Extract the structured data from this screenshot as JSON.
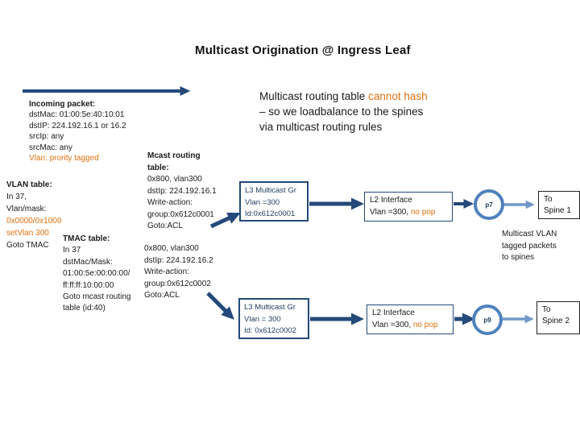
{
  "title": "Multicast Origination @ Ingress Leaf",
  "colors": {
    "navy_arrow": "#24497a",
    "light_arrow": "#7298c9",
    "port_ring": "#4f81bd",
    "orange": "#e2710f",
    "box_text": "#1f3a5f"
  },
  "incoming_packet": {
    "heading": "Incoming packet:",
    "lines": [
      "dstMac: 01:00:5e:40:10:01",
      "dstIP: 224.192.16.1 or 16.2",
      "srcIp: any",
      "srcMac: any"
    ],
    "vlan_line": "Vlan: prority tagged"
  },
  "note": {
    "line1_normal": "Multicast routing table ",
    "line1_orange": "cannot hash",
    "line2": "– so we loadbalance to the spines",
    "line3": "via multicast routing rules"
  },
  "mcast_table_1": {
    "heading_line1": "Mcast routing",
    "heading_line2": "table:",
    "lines": [
      "0x800, vlan300",
      "dstIp: 224.192.16.1",
      "Write-action:",
      "group:0x612c0001",
      "Goto:ACL"
    ]
  },
  "vlan_table": {
    "heading": "VLAN table:",
    "line1": "In 37,",
    "line2": "Vlan/mask:",
    "orange_line1": "0x0000/0x1000",
    "orange_line2": "setVlan 300",
    "footer": "Goto TMAC"
  },
  "tmac_table": {
    "heading": "TMAC table:",
    "lines": [
      "In 37",
      "dstMac/Mask:",
      "01:00:5e:00:00:00/",
      "ff:ff:ff:10:00:00",
      "Goto mcast routing",
      "table (id:40)"
    ]
  },
  "mcast_table_2": {
    "lines": [
      "0x800, vlan300",
      "dstIp: 224.192.16.2",
      "Write-action:",
      "group:0x612c0002",
      "Goto:ACL"
    ]
  },
  "flow1": {
    "l3_box": [
      "L3 Multicast Gr",
      "Vlan =300",
      "Id:0x612c0001"
    ],
    "l2_line1": "L2 Interface",
    "l2_line2_normal": "Vlan =300, ",
    "l2_line2_orange": "no pop",
    "port": "p7",
    "spine_line1": "To",
    "spine_line2": "Spine 1"
  },
  "flow2": {
    "l3_box": [
      "L3 Multicast Gr",
      "Vlan = 300",
      "Id: 0x612c0002"
    ],
    "l2_line1": "L2 Interface",
    "l2_line2_normal": "Vlan =300, ",
    "l2_line2_orange": "no pop",
    "port": "p9",
    "spine_line1": "To",
    "spine_line2": "Spine 2"
  },
  "side_note": {
    "line1": "Multicast VLAN",
    "line2": "tagged packets",
    "line3": "to spines"
  }
}
